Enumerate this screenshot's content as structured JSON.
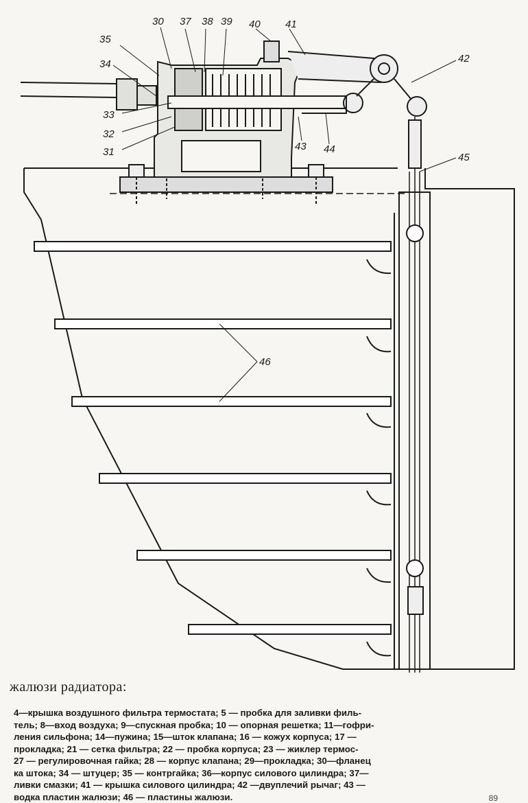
{
  "figure": {
    "callouts": {
      "c30": "30",
      "c35": "35",
      "c34": "34",
      "c33": "33",
      "c32": "32",
      "c31": "31",
      "c37": "37",
      "c38": "38",
      "c39": "39",
      "c40": "40",
      "c41": "41",
      "c42": "42",
      "c43": "43",
      "c44": "44",
      "c45": "45",
      "c46": "46"
    }
  },
  "caption": {
    "heading": "жалюзи радиатора:",
    "lines": [
      "4—крышка воздушного фильтра термостата; 5 — пробка для заливки филь-",
      "тель; 8—вход воздуха; 9—спускная пробка; 10 — опорная решетка; 11—гофри-",
      "ления сильфона; 14—пужина; 15—шток клапана; 16 — кожух корпуса; 17 —",
      "прокладка; 21 — сетка фильтра; 22 — пробка корпуса; 23 — жиклер термос-",
      "27 — регулировочная гайка; 28 — корпус клапана; 29—прокладка; 30—фланец",
      "ка штока; 34 — штуцер; 35 — контргайка; 36—корпус силового цилиндра; 37—",
      "ливки смазки; 41 — крышка силового цилиндра; 42 —двуплечий рычаг; 43 —",
      "водка пластин жалюзи; 46 — пластины жалюзи."
    ]
  },
  "page_number": "89"
}
